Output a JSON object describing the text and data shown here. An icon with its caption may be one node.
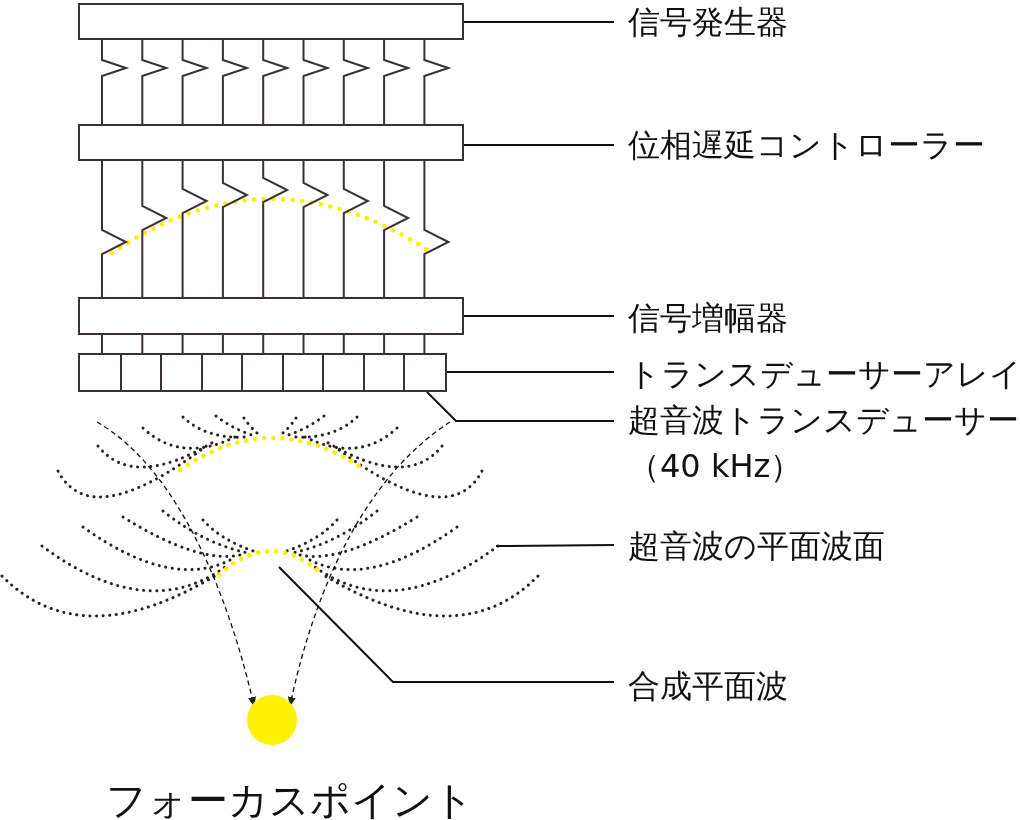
{
  "diagram": {
    "nodes": [
      {
        "text": [
          "信号発生器"
        ]
      },
      {
        "text": [],
        "shape": "box"
      },
      {
        "text": [
          "位相遅延コントローラー"
        ]
      },
      {
        "text": [],
        "shape": "box"
      },
      {
        "text": [
          "信号増幅器"
        ]
      },
      {
        "text": [],
        "shape": "box"
      },
      {
        "text": [
          "トランスデューサーアレイ"
        ]
      },
      {
        "text": [],
        "shape": "box"
      },
      {
        "text": [
          "超音波トランスデューサー",
          "（40 kHz）"
        ]
      },
      {
        "text": [
          "超音波の平面波面"
        ]
      },
      {
        "text": [
          "合成平面波"
        ]
      },
      {
        "text": [],
        "shape": "circle",
        "beside": [
          "フォーカスポイント"
        ]
      },
      {
        "text": [],
        "shape": "picture"
      }
    ],
    "edges": [
      {
        "from": 1,
        "to": 3,
        "arrow": "none"
      },
      {
        "from": 1,
        "to": 3,
        "arrow": "none"
      },
      {
        "from": 1,
        "to": 3,
        "arrow": "none"
      },
      {
        "from": 1,
        "to": 3,
        "arrow": "none"
      },
      {
        "from": 1,
        "to": 3,
        "arrow": "none"
      },
      {
        "from": 1,
        "to": 3,
        "arrow": "none"
      },
      {
        "from": 1,
        "to": 3,
        "arrow": "none"
      },
      {
        "from": 1,
        "to": 3,
        "arrow": "none"
      },
      {
        "from": 1,
        "to": 3,
        "arrow": "none"
      },
      {
        "from": 3,
        "to": 5,
        "arrow": "none"
      },
      {
        "from": 3,
        "to": 5,
        "arrow": "none"
      },
      {
        "from": 3,
        "to": 5,
        "arrow": "none"
      },
      {
        "from": 3,
        "to": 5,
        "arrow": "none"
      },
      {
        "from": 3,
        "to": 5,
        "arrow": "none"
      },
      {
        "from": 3,
        "to": 5,
        "arrow": "none"
      },
      {
        "from": 3,
        "to": 5,
        "arrow": "none"
      },
      {
        "from": 3,
        "to": 5,
        "arrow": "none"
      },
      {
        "from": 3,
        "to": 5,
        "arrow": "none"
      },
      {
        "from": 5,
        "to": 7,
        "arrow": "none"
      },
      {
        "from": 5,
        "to": 7,
        "arrow": "none"
      },
      {
        "from": 5,
        "to": 7,
        "arrow": "none"
      },
      {
        "from": 5,
        "to": 7,
        "arrow": "none"
      },
      {
        "from": 5,
        "to": 7,
        "arrow": "none"
      },
      {
        "from": 5,
        "to": 7,
        "arrow": "none"
      },
      {
        "from": 5,
        "to": 7,
        "arrow": "none"
      },
      {
        "from": 5,
        "to": 7,
        "arrow": "none"
      },
      {
        "from": 5,
        "to": 7,
        "arrow": "none"
      },
      {
        "from": 0,
        "to": 1,
        "arrow": "none"
      },
      {
        "from": 2,
        "to": 3,
        "arrow": "none"
      },
      {
        "from": 4,
        "to": 5,
        "arrow": "none"
      },
      {
        "from": 6,
        "to": 7,
        "arrow": "none"
      },
      {
        "from": 8,
        "to": 7,
        "arrow": "none"
      },
      {
        "from": 9,
        "to": 12,
        "arrow": "none"
      },
      {
        "from": 10,
        "to": 12,
        "arrow": "none"
      },
      {
        "from": 12,
        "to": 11,
        "arrow": "to",
        "style": "dashed"
      },
      {
        "from": 12,
        "to": 11,
        "arrow": "to",
        "style": "dashed"
      }
    ]
  }
}
